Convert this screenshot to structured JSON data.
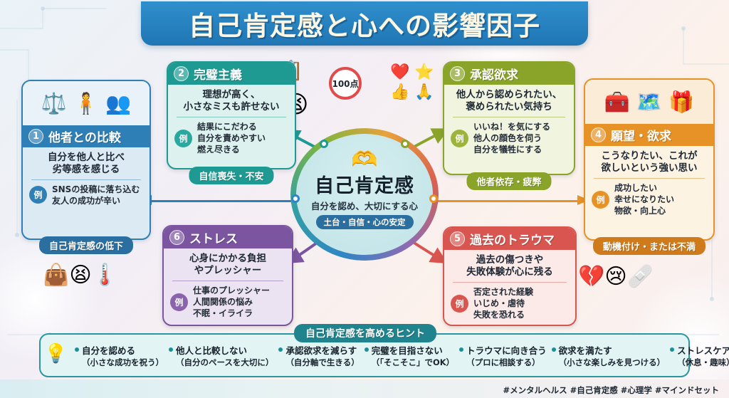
{
  "header": {
    "title": "自己肯定感と心への影響因子"
  },
  "hub": {
    "icon": "hands-holding-heart-icon",
    "title": "自己肯定感",
    "subtitle": "自分を認め、大切にする心",
    "badge": "土台・自信・心の安定"
  },
  "cards": [
    {
      "num": "1",
      "title": "他者との比較",
      "desc": "自分を他人と比べ\n劣等感を感じる",
      "example_label": "例",
      "example": "SNSの投稿に落ち込む\n友人の成功が辛い",
      "badge": "自己肯定感の低下",
      "color": "#2e7fb5",
      "bg": "#dceaf4",
      "illus": "balance-scale-comparison-icon"
    },
    {
      "num": "2",
      "title": "完璧主義",
      "desc": "理想が高く、\n小さなミスも許せない",
      "example_label": "例",
      "example": "結果にこだわる\n自分を責めやすい\n燃え尽きる",
      "badge": "自信喪失・不安",
      "color": "#1f9a93",
      "bg": "#d9f0ec",
      "illus": "clipboard-checklist-icon"
    },
    {
      "num": "3",
      "title": "承認欲求",
      "desc": "他人から認められたい、\n褒められたい気持ち",
      "example_label": "例",
      "example": "いいね！を気にする\n他人の顔色を伺う\n自分を犠牲にする",
      "badge": "他者依存・疲弊",
      "color": "#8aa42a",
      "bg": "#eef3da",
      "illus": "thumbs-up-heart-icon"
    },
    {
      "num": "4",
      "title": "願望・欲求",
      "desc": "こうなりたい、これが\n欲しいという強い思い",
      "example_label": "例",
      "example": "成功したい\n幸せになりたい\n物欲・向上心",
      "badge": "動機付け・または不満",
      "color": "#e79226",
      "bg": "#fdf0dd",
      "illus": "treasure-chest-map-gift-icon"
    },
    {
      "num": "5",
      "title": "過去のトラウマ",
      "desc": "過去の傷つきや\n失敗体験が心に残る",
      "example_label": "例",
      "example": "否定された経験\nいじめ・虐待\n失敗を恐れる",
      "badge": "",
      "color": "#d8564f",
      "bg": "#fbe6e4",
      "illus": "broken-heart-icon"
    },
    {
      "num": "6",
      "title": "ストレス",
      "desc": "心身にかかる負担\nやプレッシャー",
      "example_label": "例",
      "example": "仕事のプレッシャー\n人間関係の悩み\n不眠・イライラ",
      "badge": "",
      "color": "#7b559f",
      "bg": "#ece3f2",
      "illus": "stress-cloud-icon"
    }
  ],
  "illustrations": {
    "perfectionism": "📋 🎯",
    "perfectionism_score": "100点",
    "approval": "❤ 👍 ⭐",
    "desires": "🧰 🗺 🎁 ⭐",
    "stress": "👜 😫 🌡",
    "trauma": "💔 😢 🩹"
  },
  "hints": {
    "title": "自己肯定感を高めるヒント",
    "icon": "lightbulb-icon",
    "items": [
      {
        "main": "自分を認める",
        "sub": "（小さな成功を祝う）"
      },
      {
        "main": "他人と比較しない",
        "sub": "（自分のペースを大切に）"
      },
      {
        "main": "承認欲求を減らす",
        "sub": "（自分軸で生きる）"
      },
      {
        "main": "完璧を目指さない",
        "sub": "（「そこそこ」でOK）"
      },
      {
        "main": "トラウマに向き合う",
        "sub": "（プロに相談する）"
      },
      {
        "main": "欲求を満たす",
        "sub": "（小さな楽しみを見つける）"
      },
      {
        "main": "ストレスケア",
        "sub": "（休息・趣味）"
      }
    ]
  },
  "footer": {
    "hashtags": "#メンタルヘルス #自己肯定感 #心理学 #マインドセット"
  },
  "colors": {
    "title_bar": "#2076b4",
    "arrow_left": "#2e7fb5",
    "arrow_right": "#e79226",
    "arrow_up_left": "#1f9a93",
    "arrow_up_right": "#8aa42a",
    "arrow_down_left": "#7b559f",
    "arrow_down_right": "#d8564f"
  }
}
